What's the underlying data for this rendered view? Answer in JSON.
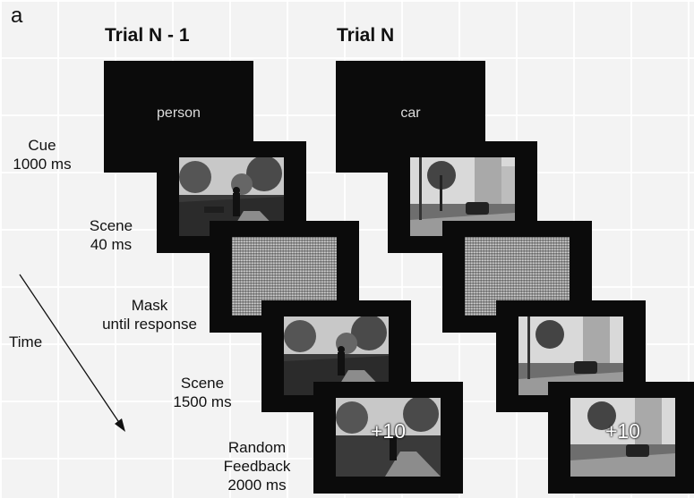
{
  "panel_label": "a",
  "columns": {
    "prev": "Trial N - 1",
    "curr": "Trial N"
  },
  "cues": {
    "prev": "person",
    "curr": "car"
  },
  "feedback": {
    "prev": "+10",
    "curr": "+10"
  },
  "stages": {
    "cue": [
      "Cue",
      "1000 ms"
    ],
    "scene1": [
      "Scene",
      "40 ms"
    ],
    "mask": [
      "Mask",
      "until response"
    ],
    "scene2": [
      "Scene",
      "1500 ms"
    ],
    "feedback": [
      "Random",
      "Feedback",
      "2000 ms"
    ]
  },
  "time_label": "Time",
  "colors": {
    "frame": "#0b0b0b",
    "background": "#f3f3f3"
  }
}
